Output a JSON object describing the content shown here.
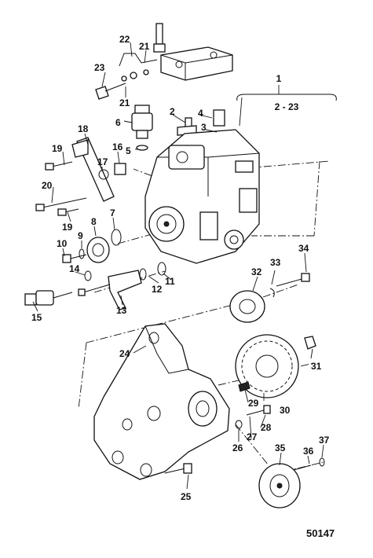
{
  "figure_number": "50147",
  "group_label": {
    "number": "1",
    "range": "2 - 23"
  },
  "callouts": [
    {
      "id": "c2",
      "text": "2"
    },
    {
      "id": "c3",
      "text": "3"
    },
    {
      "id": "c4",
      "text": "4"
    },
    {
      "id": "c5",
      "text": "5"
    },
    {
      "id": "c6",
      "text": "6"
    },
    {
      "id": "c7",
      "text": "7"
    },
    {
      "id": "c8",
      "text": "8"
    },
    {
      "id": "c9",
      "text": "9"
    },
    {
      "id": "c10",
      "text": "10"
    },
    {
      "id": "c11",
      "text": "11"
    },
    {
      "id": "c12",
      "text": "12"
    },
    {
      "id": "c13",
      "text": "13"
    },
    {
      "id": "c14",
      "text": "14"
    },
    {
      "id": "c15",
      "text": "15"
    },
    {
      "id": "c16",
      "text": "16"
    },
    {
      "id": "c17",
      "text": "17"
    },
    {
      "id": "c18",
      "text": "18"
    },
    {
      "id": "c19a",
      "text": "19"
    },
    {
      "id": "c19b",
      "text": "19"
    },
    {
      "id": "c20",
      "text": "20"
    },
    {
      "id": "c21a",
      "text": "21"
    },
    {
      "id": "c21b",
      "text": "21"
    },
    {
      "id": "c22",
      "text": "22"
    },
    {
      "id": "c23",
      "text": "23"
    },
    {
      "id": "c24",
      "text": "24"
    },
    {
      "id": "c25",
      "text": "25"
    },
    {
      "id": "c26",
      "text": "26"
    },
    {
      "id": "c27",
      "text": "27"
    },
    {
      "id": "c28",
      "text": "28"
    },
    {
      "id": "c29",
      "text": "29"
    },
    {
      "id": "c30",
      "text": "30"
    },
    {
      "id": "c31",
      "text": "31"
    },
    {
      "id": "c32",
      "text": "32"
    },
    {
      "id": "c33",
      "text": "33"
    },
    {
      "id": "c34",
      "text": "34"
    },
    {
      "id": "c35",
      "text": "35"
    },
    {
      "id": "c36",
      "text": "36"
    },
    {
      "id": "c37",
      "text": "37"
    }
  ]
}
